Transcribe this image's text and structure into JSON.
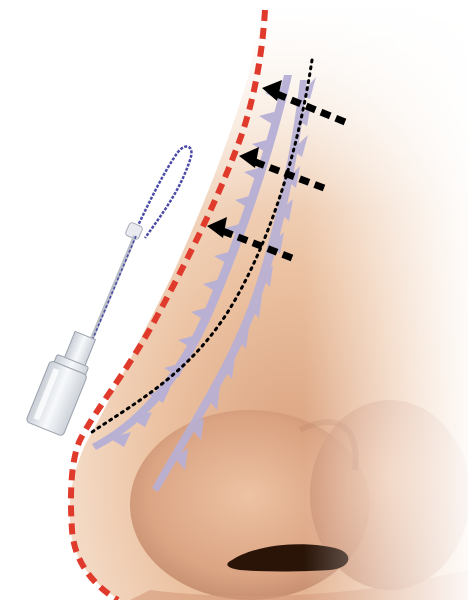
{
  "diagram": {
    "colors": {
      "background": "#ffffff",
      "skin_light": "#f8e6d6",
      "skin_mid": "#e6b795",
      "skin_shadow": "#c98d68",
      "nostril": "#2a1408",
      "dashed_contour": "#e03a2c",
      "arrow": "#000000",
      "thread_barbs": "#b7b0d6",
      "needle_thread": "#4b4aa5",
      "needle_hub": "#e7ebf0"
    },
    "elements": {
      "nose": "nose-profile",
      "contour_line": "augmented-dorsum-contour",
      "original_line": "original-dorsum-line",
      "threads": [
        "barbed-thread-front",
        "barbed-thread-back"
      ],
      "arrows": [
        "lift-arrow-upper",
        "lift-arrow-middle",
        "lift-arrow-lower"
      ],
      "tool": "cannula-with-thread"
    }
  }
}
